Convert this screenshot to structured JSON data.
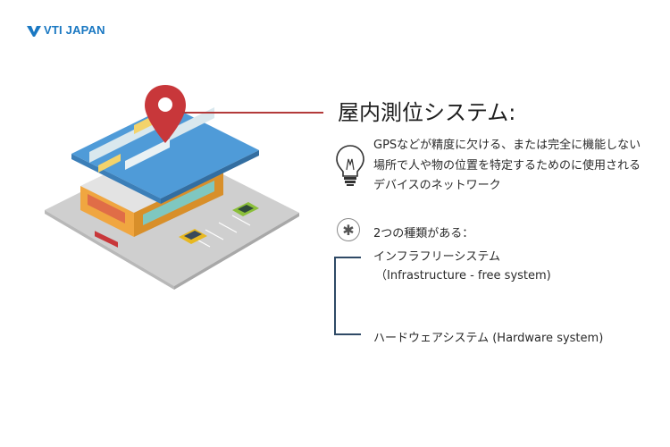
{
  "brand": {
    "name": "VTI JAPAN",
    "logo_icon": "vti-logo-icon",
    "color": "#1a78c2"
  },
  "title": "屋内測位システム:",
  "description": "GPSなどが精度に欠ける、または完全に機能しない場所で人や物の位置を特定するためのに使用されるデバイスのネットワーク",
  "types": {
    "heading": "2つの種類がある：",
    "icon": "asterisk-icon",
    "items": [
      {
        "label": "インフラフリーシステム",
        "sub": "（Infrastructure - free system)"
      },
      {
        "label": "ハードウェアシステム (Hardware system)"
      }
    ]
  },
  "colors": {
    "accent_red": "#c8373a",
    "bracket": "#2f4a66"
  },
  "illustration": {
    "icon": "store-building-illustration",
    "pin_icon": "location-pin-icon"
  }
}
